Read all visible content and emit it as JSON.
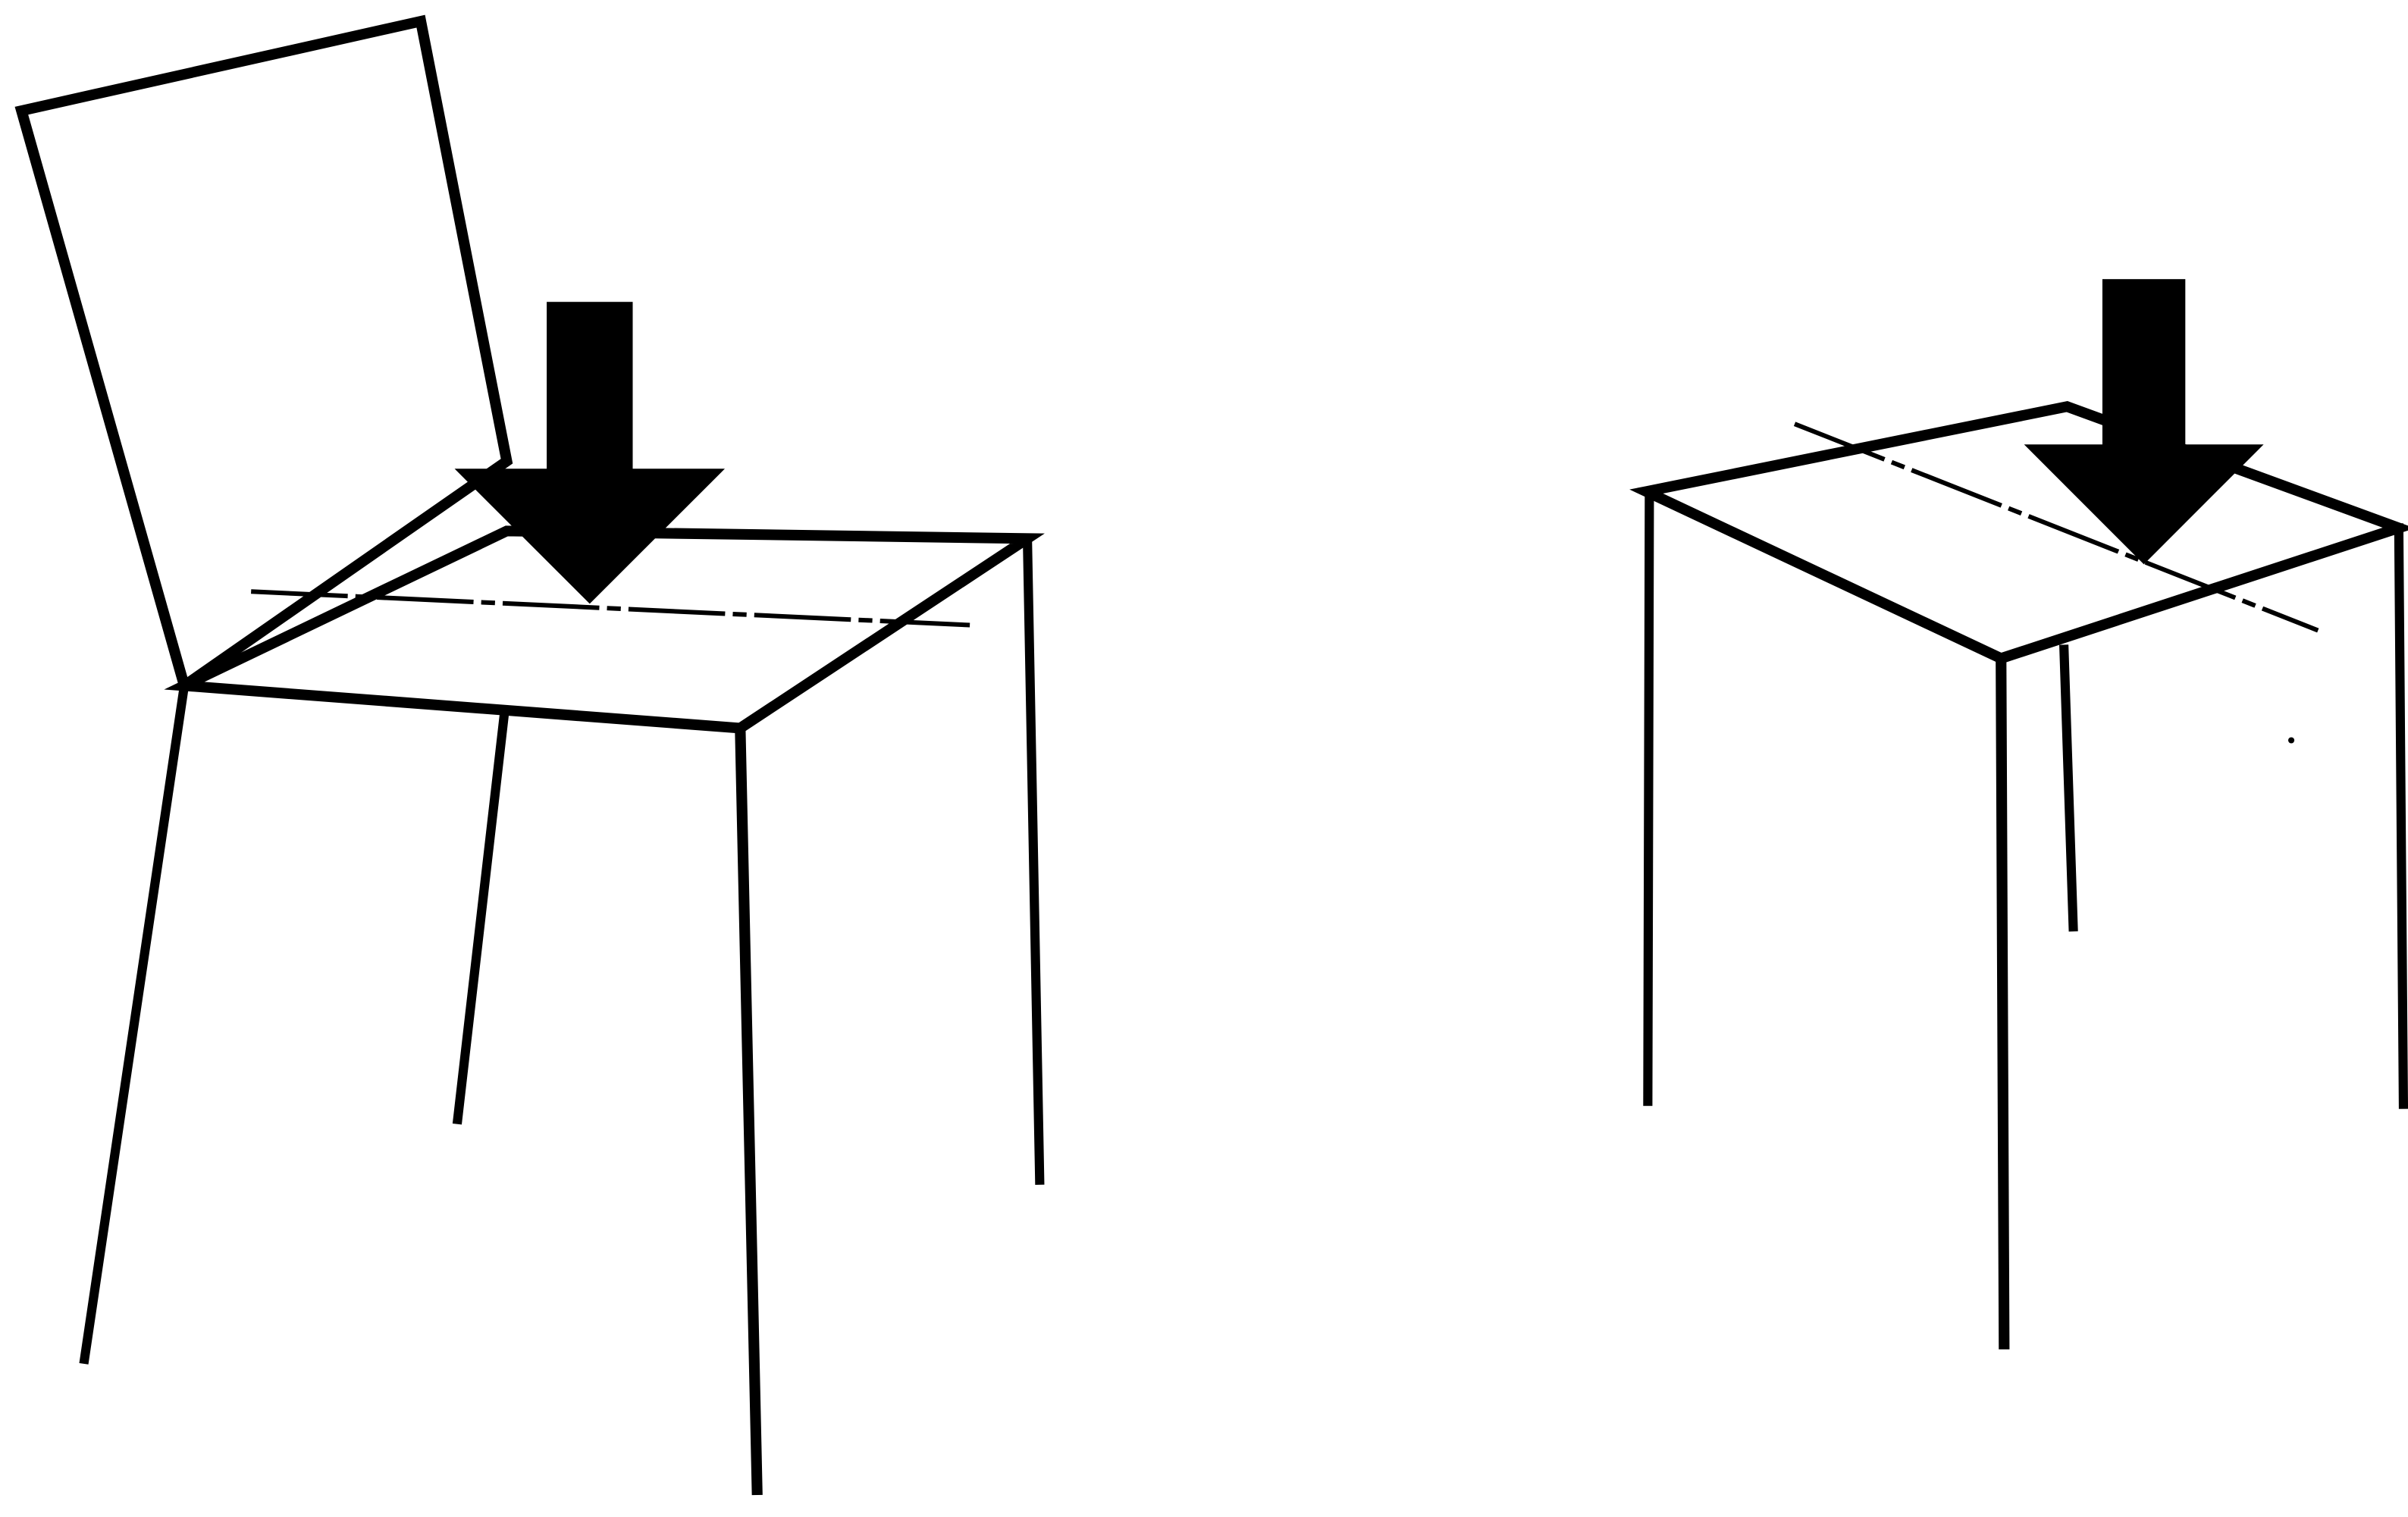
{
  "figures": [
    {
      "id": "chair",
      "object": "chair",
      "has_backrest": true,
      "load_arrow": "down-arrow-icon",
      "axis_line": "dash-dot"
    },
    {
      "id": "stool",
      "object": "stool",
      "has_backrest": false,
      "load_arrow": "down-arrow-icon",
      "axis_line": "dash-dot"
    }
  ],
  "colors": {
    "ink": "#000000",
    "background": "#ffffff"
  }
}
